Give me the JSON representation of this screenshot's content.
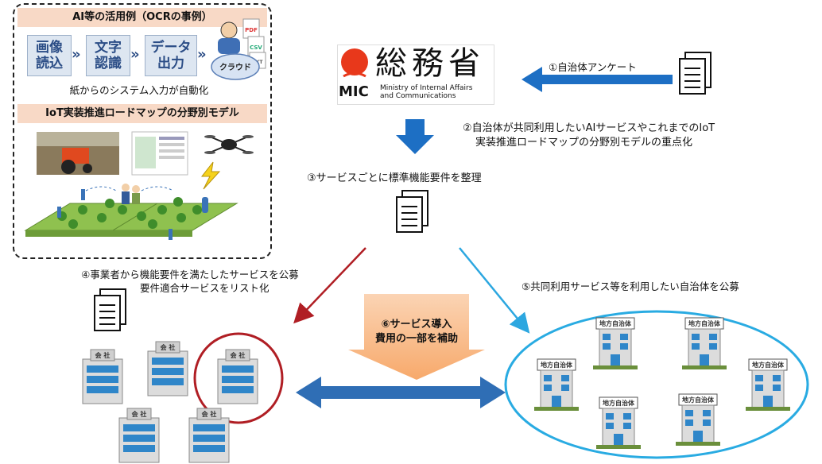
{
  "panel": {
    "ai_title": "AI等の活用例（OCRの事例）",
    "steps": [
      {
        "line1": "画像",
        "line2": "読込"
      },
      {
        "line1": "文字",
        "line2": "認識"
      },
      {
        "line1": "データ",
        "line2": "出力"
      }
    ],
    "cloud_label": "クラウド",
    "cloud_file_tags": [
      "PDF",
      "CSV",
      "TXT"
    ],
    "auto_caption": "紙からのシステム入力が自動化",
    "iot_title": "IoT実装推進ロードマップの分野別モデル"
  },
  "logo": {
    "kanji": "総務省",
    "abbr": "MIC",
    "english_line1": "Ministry of Internal Affairs",
    "english_line2": "and Communications"
  },
  "flow": {
    "step1": "①自治体アンケート",
    "step2_line1": "②自治体が共同利用したいAIサービスやこれまでのIoT",
    "step2_line2": "実装推進ロードマップの分野別モデルの重点化",
    "step3": "③サービスごとに標準機能要件を整理",
    "step4_line1": "④事業者から機能要件を満たしたサービスを公募",
    "step4_line2": "要件適合サービスをリスト化",
    "step5": "⑤共同利用サービス等を利用したい自治体を公募",
    "step6_line1": "⑥サービス導入",
    "step6_line2": "費用の一部を補助"
  },
  "buildings": {
    "company_label": "会 社",
    "municipality_label": "地方自治体"
  },
  "colors": {
    "blue_arrow": "#1d6fc4",
    "red_arrow": "#b01e24",
    "cyan_arrow": "#2ca7e0",
    "ellipse": "#29abe2",
    "orange_arrow_top": "#fbd4b4",
    "orange_arrow_bottom": "#f7a96b",
    "panel_band": "#f8d9c6",
    "logo_red": "#e8381b"
  }
}
